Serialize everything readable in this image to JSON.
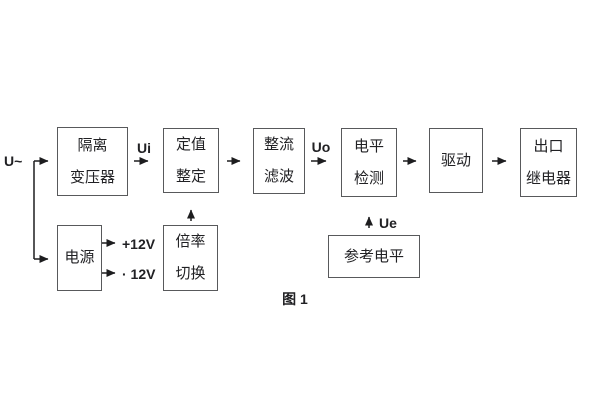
{
  "figure": {
    "caption": "图 1",
    "colors": {
      "background": "#ffffff",
      "box_border": "#58595b",
      "line": "#1d1d1f",
      "text": "#212124"
    },
    "labels": {
      "input": "U~",
      "ui": "Ui",
      "uo": "Uo",
      "ue": "Ue",
      "power_pos": "+12V",
      "power_neg": "· 12V"
    },
    "blocks": {
      "isolation_transformer": {
        "line1": "隔离",
        "line2": "变压器"
      },
      "setting_adjust": {
        "line1": "定值",
        "line2": "整定"
      },
      "rectifier_filter": {
        "line1": "整流",
        "line2": "滤波"
      },
      "level_detect": {
        "line1": "电平",
        "line2": "检测"
      },
      "drive": {
        "line1": "驱动"
      },
      "output_relay": {
        "line1": "出口",
        "line2": "继电器"
      },
      "power_supply": {
        "line1": "电源"
      },
      "ratio_switch": {
        "line1": "倍率",
        "line2": "切换"
      },
      "reference_level": {
        "line1": "参考电平"
      }
    }
  }
}
